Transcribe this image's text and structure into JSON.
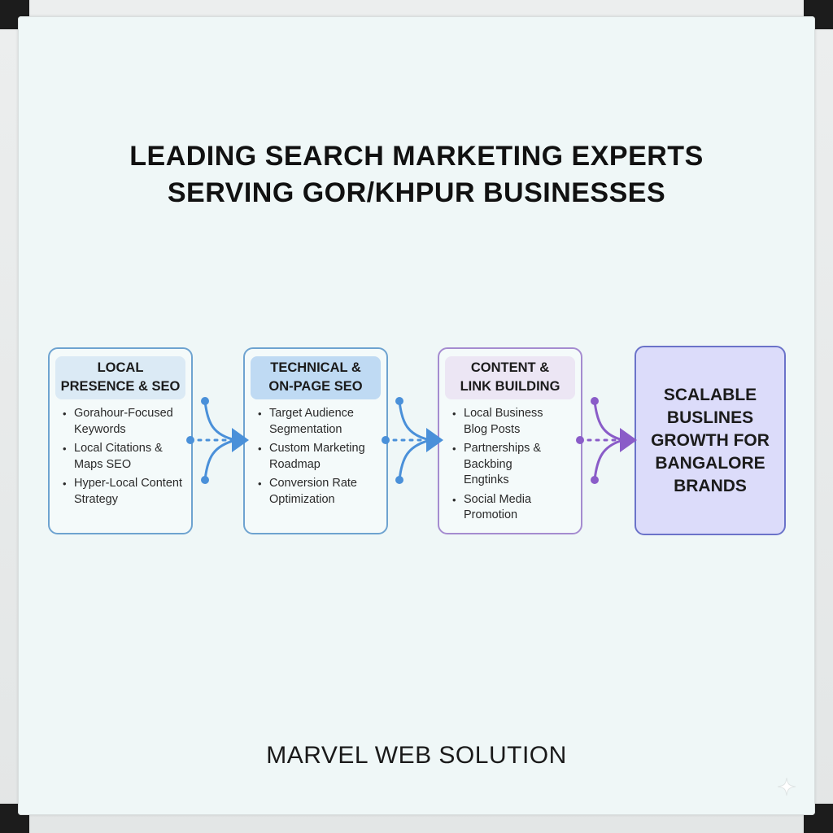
{
  "title": {
    "line1": "LEADING SEARCH MARKETING EXPERTS",
    "line2": "SERVING GOR/KHPUR BUSINESSES"
  },
  "cards": [
    {
      "heading": [
        "LOCAL",
        "PRESENCE & SEO"
      ],
      "items": [
        [
          "Gorahour-Focused",
          "Keywords"
        ],
        [
          "Local Citations &",
          "Maps SEO"
        ],
        [
          "Hyper-Local Content",
          "Strategy"
        ]
      ]
    },
    {
      "heading": [
        "TECHNICAL &",
        "ON-PAGE SEO"
      ],
      "items": [
        [
          "Target Audience",
          "Segmentation"
        ],
        [
          "Custom Marketing",
          "Roadmap"
        ],
        [
          "Conversion Rate",
          "Optimization"
        ]
      ]
    },
    {
      "heading": [
        "CONTENT &",
        "LINK BUILDING"
      ],
      "items": [
        [
          "Local Business",
          "Blog Posts"
        ],
        [
          "Partnerships & Backbing",
          "Engtinks"
        ],
        [
          "Social Media",
          "Promotion"
        ]
      ]
    }
  ],
  "final": {
    "lines": [
      "SCALABLE",
      "BUSLINES",
      "GROWTH FOR",
      "BANGALORE",
      "BRANDS"
    ]
  },
  "footer": "MARVEL WEB SOLUTION",
  "colors": {
    "blue_connector": "#4a90d9",
    "purple_connector": "#8a5cc8",
    "final_fill": "#dcdcfa",
    "final_border": "#6b73c9"
  },
  "icons": [
    "arrow-right-icon",
    "sparkle-icon"
  ]
}
